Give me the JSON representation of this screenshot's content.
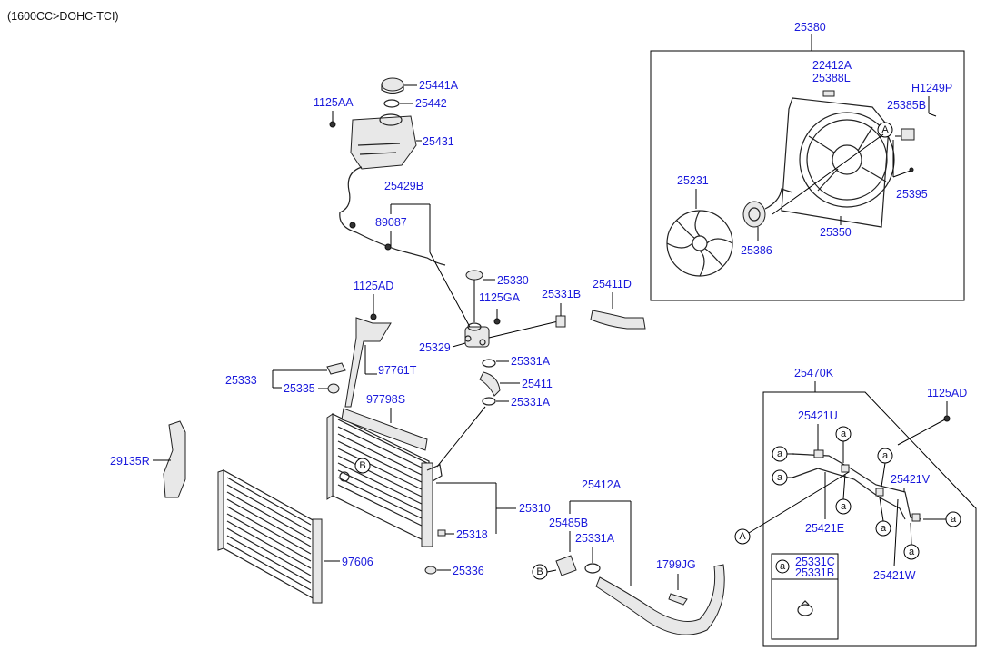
{
  "header": {
    "engine": "(1600CC>DOHC-TCI)"
  },
  "colors": {
    "label": "#1a1adc",
    "line": "#000000"
  },
  "ref_markers": {
    "A": "A",
    "B": "B",
    "a": "a"
  },
  "labels": {
    "p25380": "25380",
    "p22412A": "22412A",
    "p25388L": "25388L",
    "pH1249P": "H1249P",
    "p25385B": "25385B",
    "p25231": "25231",
    "p25395": "25395",
    "p25350": "25350",
    "p25386": "25386",
    "p25441A": "25441A",
    "p25442": "25442",
    "p1125AA": "1125AA",
    "p25431": "25431",
    "p25429B": "25429B",
    "p89087": "89087",
    "p25330": "25330",
    "p1125GA": "1125GA",
    "p25331B": "25331B",
    "p25411D": "25411D",
    "p1125AD": "1125AD",
    "p25329": "25329",
    "p25331A_1": "25331A",
    "p97761T": "97761T",
    "p25333": "25333",
    "p25411": "25411",
    "p25335": "25335",
    "p97798S": "97798S",
    "p25331A_2": "25331A",
    "p29135R": "29135R",
    "p25310": "25310",
    "p25318": "25318",
    "p97606": "97606",
    "p25336": "25336",
    "p25412A": "25412A",
    "p25485B": "25485B",
    "p25331A_3": "25331A",
    "p1799JG": "1799JG",
    "p25470K": "25470K",
    "p1125AD_2": "1125AD",
    "p25421U": "25421U",
    "p25421V": "25421V",
    "p25421E": "25421E",
    "p25421W": "25421W",
    "p25331C": "25331C",
    "p25331B_2": "25331B"
  }
}
